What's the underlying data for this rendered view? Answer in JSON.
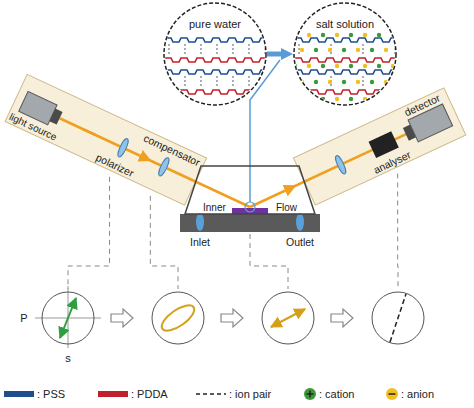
{
  "diagram": {
    "nodes": [
      {
        "text": [
          "pure water"
        ]
      },
      {
        "text": [
          "salt solution"
        ]
      },
      {
        "text": [
          "Inner",
          "Flow"
        ]
      }
    ],
    "edges": [
      {
        "from": 0,
        "to": 1,
        "arrow": "to"
      }
    ],
    "labels": [
      "light source",
      "polarizer",
      "compensator",
      "analyser",
      "detector",
      "Inlet",
      "Outlet",
      "P",
      "s"
    ],
    "legend": [
      {
        "text": ": PSS",
        "color": "#1f4e8c"
      },
      {
        "text": ": PDDA",
        "color": "#c0202a"
      },
      {
        "text": ": ion pair"
      },
      {
        "text": ": cation"
      },
      {
        "text": ": anion"
      }
    ]
  }
}
